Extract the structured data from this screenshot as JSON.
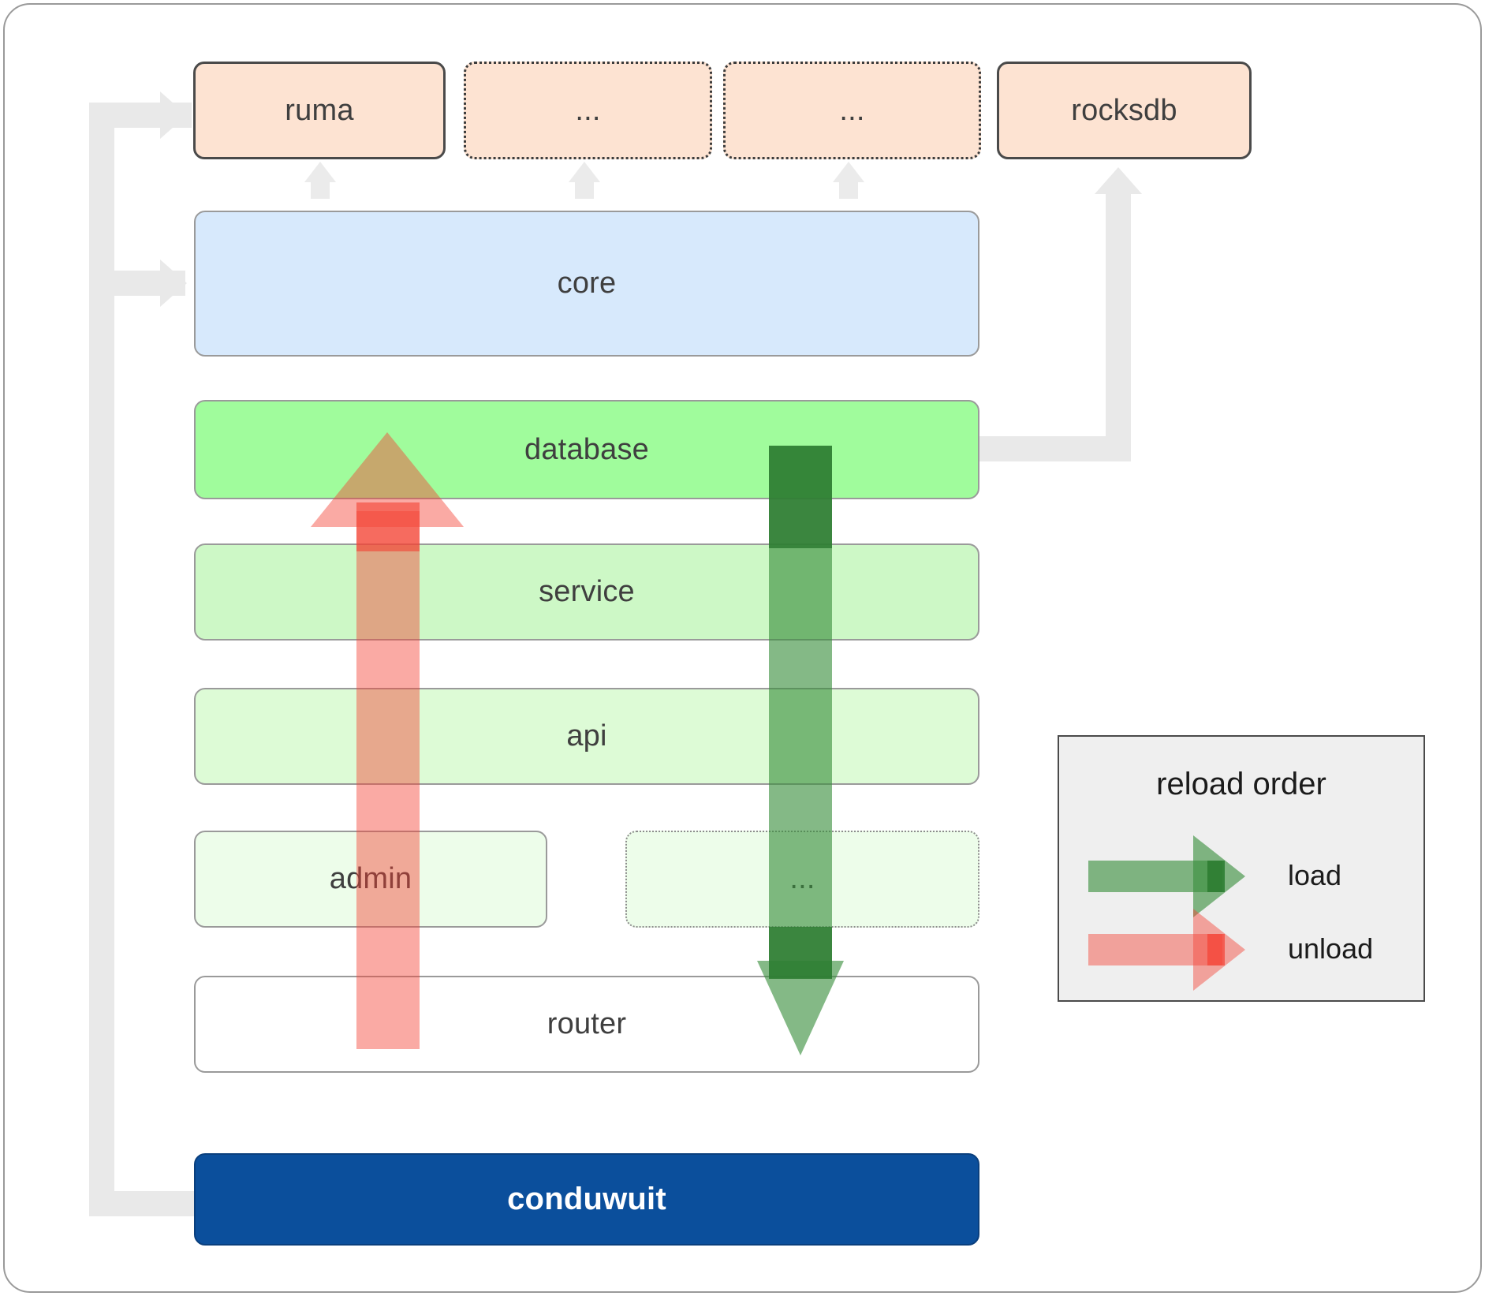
{
  "diagram": {
    "title": "conduwuit crate / layer architecture with reload order",
    "frame_border_color": "#9a9a9a"
  },
  "crates": [
    {
      "label": "ruma",
      "style": "solid",
      "fill": "#fde3d2"
    },
    {
      "label": "...",
      "style": "dotted",
      "fill": "#fde3d2"
    },
    {
      "label": "...",
      "style": "dotted",
      "fill": "#fde3d2"
    },
    {
      "label": "rocksdb",
      "style": "solid",
      "fill": "#fde3d2"
    }
  ],
  "layers": [
    {
      "label": "core",
      "style": "solid",
      "fill": "#d7e9fc"
    },
    {
      "label": "database",
      "style": "solid",
      "fill": "#a0fc9c"
    },
    {
      "label": "service",
      "style": "solid",
      "fill": "#cdf8c6"
    },
    {
      "label": "api",
      "style": "solid",
      "fill": "#ddfbd6"
    },
    {
      "label": "admin",
      "style": "solid",
      "fill": "#edfdea"
    },
    {
      "label": "...",
      "style": "dotted",
      "fill": "#edfdea"
    },
    {
      "label": "router",
      "style": "solid",
      "fill": "#ffffff"
    }
  ],
  "application": {
    "label": "conduwuit",
    "fill": "#0b4f9c",
    "text_color": "#ffffff"
  },
  "legend": {
    "title": "reload order",
    "items": [
      {
        "label": "load",
        "color": "#55a85f",
        "direction": "down"
      },
      {
        "label": "unload",
        "color": "#f98080",
        "direction": "up"
      }
    ]
  },
  "arrows": {
    "load": {
      "label": "load",
      "color": "#388e3c",
      "direction": "downward-through-layers"
    },
    "unload": {
      "label": "unload",
      "color": "#f44336",
      "direction": "upward-through-layers"
    }
  }
}
